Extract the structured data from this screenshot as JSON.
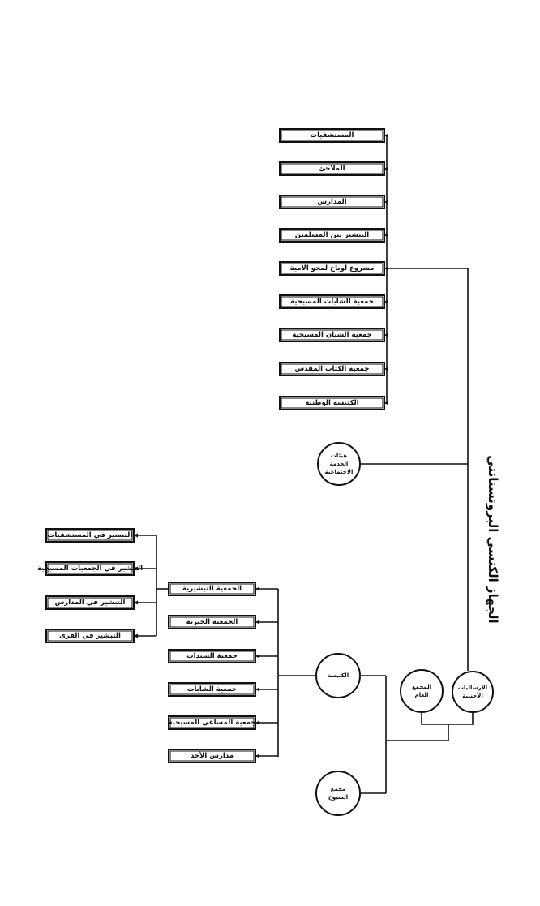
{
  "title": "الجهاز الكنسي البروتستانتي",
  "top_boxes": [
    "المستشفيات",
    "الملاجئ",
    "المدارس",
    "التبشير بين المسلمين",
    "مشروع لوباخ لمحو الأمية",
    "جمعية الشابات المسيحية",
    "جمعية الشبان المسيحية",
    "جمعية الكتاب المقدس",
    "الكنيسة الوطنية"
  ],
  "circles": {
    "upper": [
      "هيئات",
      "الخدمة",
      "الاجتماعية"
    ],
    "missions": [
      "الإرساليات",
      "الأجنبية"
    ],
    "synod": [
      "المجمع",
      "العام"
    ],
    "church": [
      "الكنيسة"
    ],
    "council": [
      "مجمع",
      "الشيوخ"
    ]
  },
  "church_boxes": [
    "الجمعية التبشيرية",
    "الجمعية الخيرية",
    "جمعية السيدات",
    "جمعية الشابات",
    "جمعية المساعي المسيحية",
    "مدارس الأحد"
  ],
  "mission_boxes": [
    "التبشير في المستشفيات",
    "التبشير في الجمعيات المسيحية",
    "التبشير في المدارس",
    "التبشير في القرى"
  ]
}
